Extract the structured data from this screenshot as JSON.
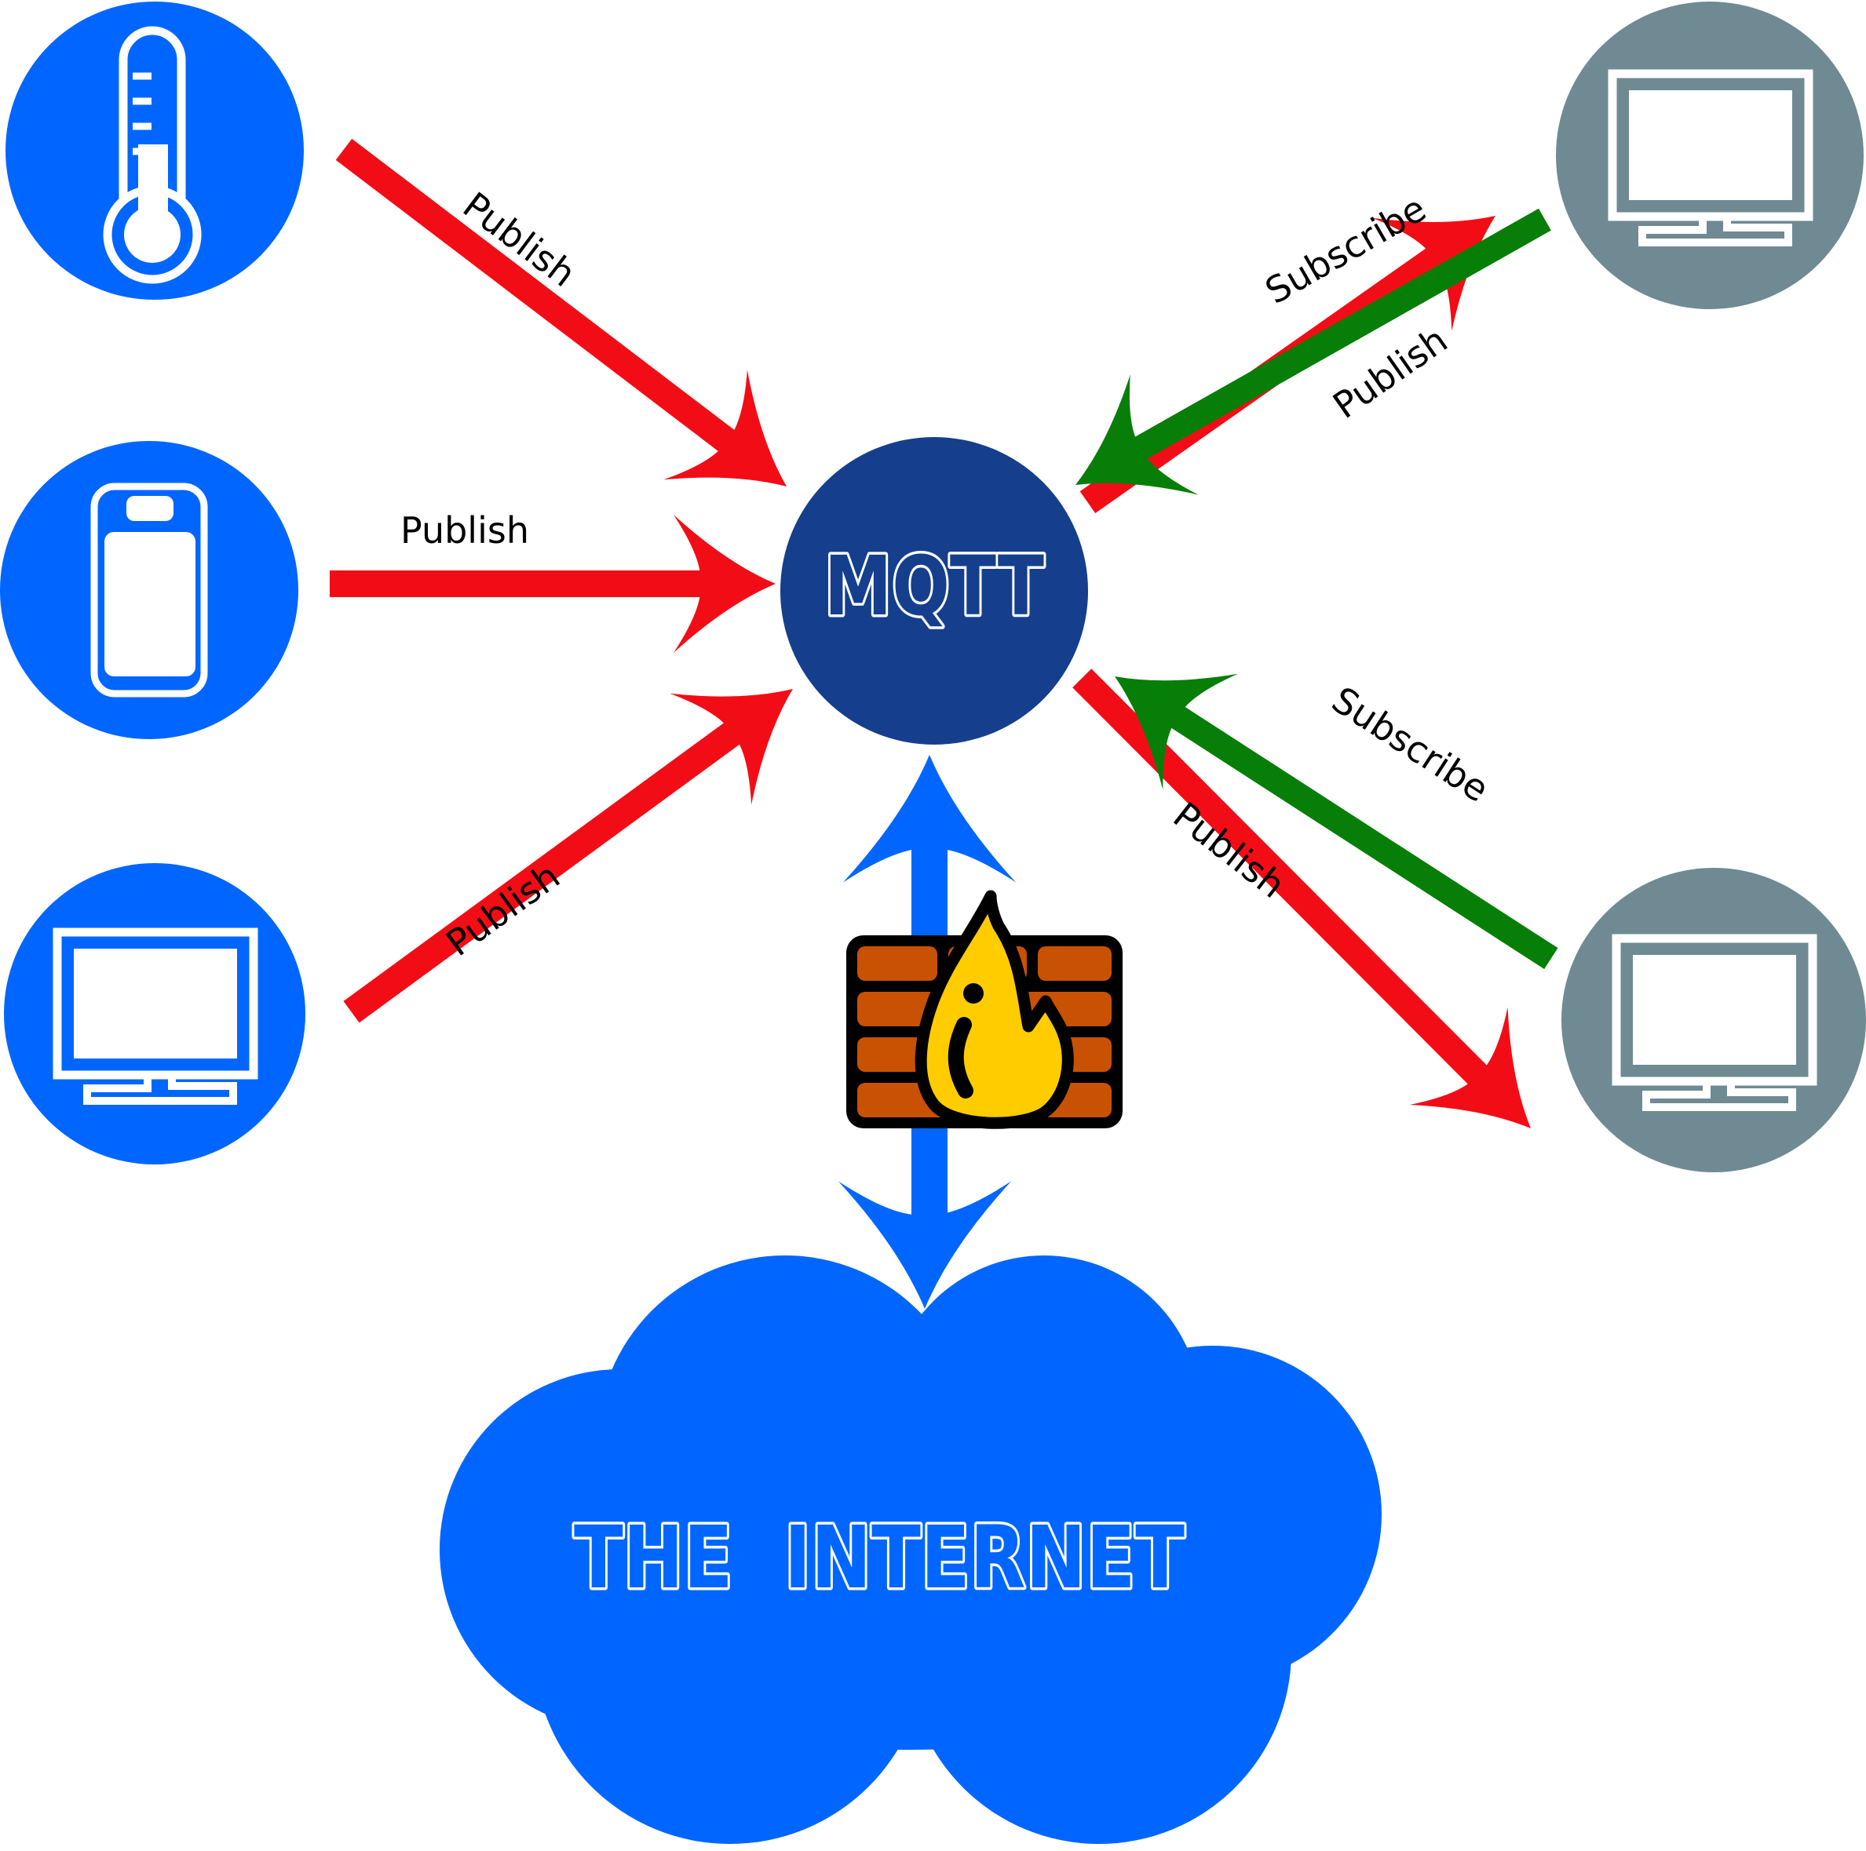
{
  "diagram": {
    "title_hint": "MQTT publish/subscribe architecture diagram"
  },
  "broker": {
    "label": "MQTT"
  },
  "cloud": {
    "label": "THE INTERNET"
  },
  "edges": {
    "publish_top_left": "Publish",
    "publish_mid_left": "Publish",
    "publish_bottom_left": "Publish",
    "subscribe_top_right": "Subscribe",
    "publish_top_right": "Publish",
    "subscribe_bottom_right": "Subscribe",
    "publish_bottom_right": "Publish"
  },
  "icons": {
    "left_devices": [
      "thermometer-icon",
      "smartphone-icon",
      "monitor-icon"
    ],
    "right_clients": [
      "monitor-icon",
      "monitor-icon"
    ],
    "center": [
      "mqtt-broker-circle",
      "firewall-icon"
    ],
    "bottom": [
      "cloud-icon"
    ]
  },
  "colors": {
    "device_blue": "#0066ff",
    "client_gray": "#6f8a93",
    "broker_navy": "#153f8d",
    "publish_red": "#f20d16",
    "subscribe_green": "#077e07",
    "internet_link_blue": "#0066ff",
    "cloud_blue": "#0066ff",
    "brick_orange": "#c85103",
    "brick_mortar_black": "#000000",
    "flame_yellow": "#ffcc00",
    "label_black": "#000000",
    "icon_white": "#ffffff"
  }
}
